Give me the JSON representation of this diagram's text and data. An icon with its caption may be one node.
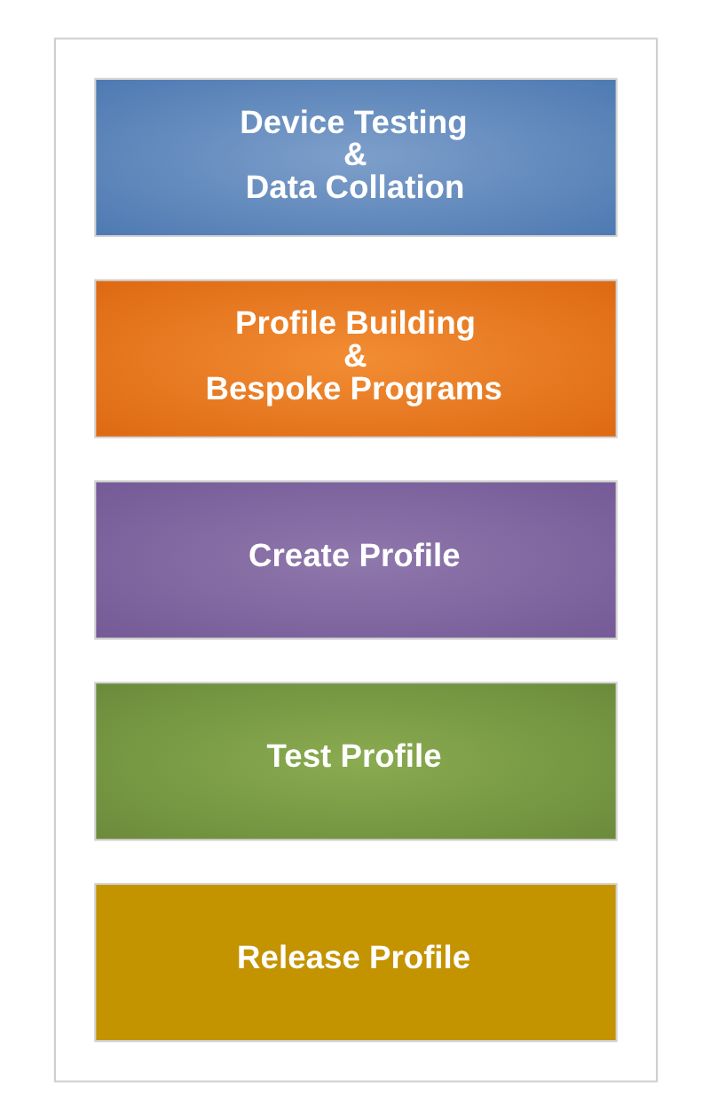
{
  "diagram": {
    "nodes": [
      {
        "text": [],
        "shape": "box"
      },
      {
        "text": [
          "Device Testing & Data Collation"
        ],
        "in": 0
      },
      {
        "text": [
          "Profile Building & Bespoke Programs"
        ],
        "in": 0
      },
      {
        "text": [
          "Create Profile"
        ],
        "in": 0
      },
      {
        "text": [
          "Test Profile"
        ],
        "in": 0
      },
      {
        "text": [
          "Release Profile"
        ],
        "in": 0
      }
    ]
  }
}
